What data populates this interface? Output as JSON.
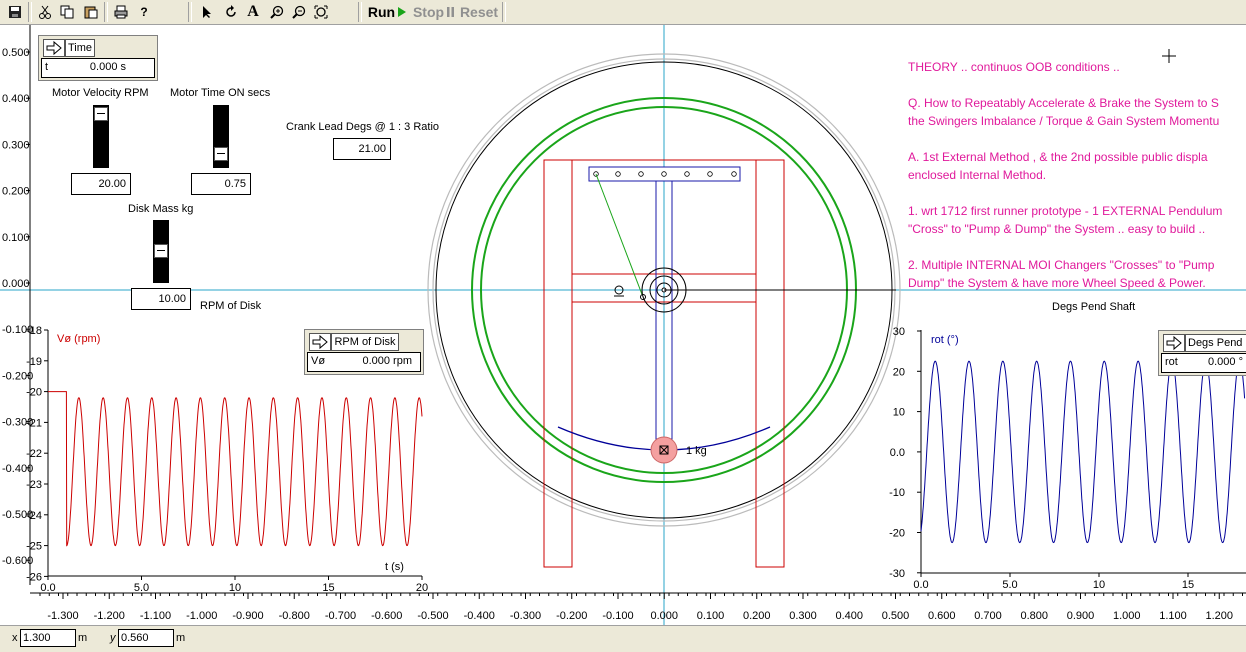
{
  "toolbar": {
    "run_label": "Run",
    "stop_label": "Stop",
    "reset_label": "Reset",
    "icons": [
      "save-icon",
      "cut-icon",
      "copy-icon",
      "paste-icon",
      "print-icon",
      "help-icon",
      "pointer-icon",
      "rotate-icon",
      "text-icon",
      "zoom-in-icon",
      "zoom-out-icon",
      "zoom-fit-icon"
    ]
  },
  "time_panel": {
    "title": "Time",
    "var": "t",
    "value": "0.000 s"
  },
  "controls": {
    "motor_velocity": {
      "label": "Motor Velocity RPM",
      "value": "20.00",
      "level": 0.1
    },
    "motor_time": {
      "label": "Motor Time ON secs",
      "value": "0.75",
      "level": 0.8
    },
    "disk_mass": {
      "label": "Disk Mass kg",
      "value": "10.00",
      "level": 0.5
    },
    "crank_lead": {
      "label": "Crank Lead Degs @ 1 : 3 Ratio",
      "value": "21.00"
    }
  },
  "theory": [
    "THEORY .. continuos OOB conditions ..",
    "Q. How to Repeatably Accelerate & Brake the System to S",
    "the Swingers Imbalance / Torque & Gain System Momentu",
    "A. 1st External Method  ,  & the 2nd possible public displa",
    "enclosed Internal Method.",
    "1. wrt 1712 first runner prototype - 1 EXTERNAL Pendulum",
    "\"Cross\" to \"Pump & Dump\" the System .. easy to build ..",
    "2. Multiple INTERNAL MOI Changers \"Crosses\" to \"Pump",
    "Dump\" the System & have more Wheel Speed & Power."
  ],
  "left_graph": {
    "title": "RPM of Disk",
    "ylabel": "Vø  (rpm)",
    "xlabel": "t  (s)",
    "meter": {
      "title": "RPM of Disk",
      "var": "Vø",
      "value": "0.000 rpm"
    },
    "yticks": [
      "-18",
      "-19",
      "-20",
      "-21",
      "-22",
      "-23",
      "-24",
      "-25",
      "-26"
    ],
    "xticks": [
      "0.0",
      "5.0",
      "10",
      "15",
      "20"
    ]
  },
  "right_graph": {
    "title": "Degs Pend Shaft",
    "ylabel": "rot  (°)",
    "meter": {
      "title": "Degs Pend S",
      "var": "rot",
      "value": "0.000 °"
    },
    "yticks": [
      "30",
      "20",
      "10",
      "0.0",
      "-10",
      "-20",
      "-30"
    ],
    "xticks": [
      "0.0",
      "5.0",
      "10",
      "15"
    ]
  },
  "pendulum_label": "1 kg",
  "y_ruler": [
    "0.500",
    "0.400",
    "0.300",
    "0.200",
    "0.100",
    "0.000",
    "-0.100",
    "-0.200",
    "-0.300",
    "-0.400",
    "-0.500",
    "-0.600"
  ],
  "x_ruler": [
    "-1.300",
    "-1.200",
    "-1.100",
    "-1.000",
    "-0.900",
    "-0.800",
    "-0.700",
    "-0.600",
    "-0.500",
    "-0.400",
    "-0.300",
    "-0.200",
    "-0.100",
    "0.000",
    "0.100",
    "0.200",
    "0.300",
    "0.400",
    "0.500",
    "0.600",
    "0.700",
    "0.800",
    "0.900",
    "1.000",
    "1.100",
    "1.200"
  ],
  "status": {
    "x_label": "x",
    "x_value": "1.300",
    "x_unit": "m",
    "y_label": "y",
    "y_value": "0.560",
    "y_unit": "m"
  },
  "colors": {
    "theory": "#e0199b",
    "wheel_green": "#1aa51a",
    "frame_red": "#cc0000",
    "axis_cyan": "#2aa6c8",
    "rpm_trace": "#cc0000",
    "rot_trace": "#000099",
    "mass": "#f4a0a0"
  }
}
